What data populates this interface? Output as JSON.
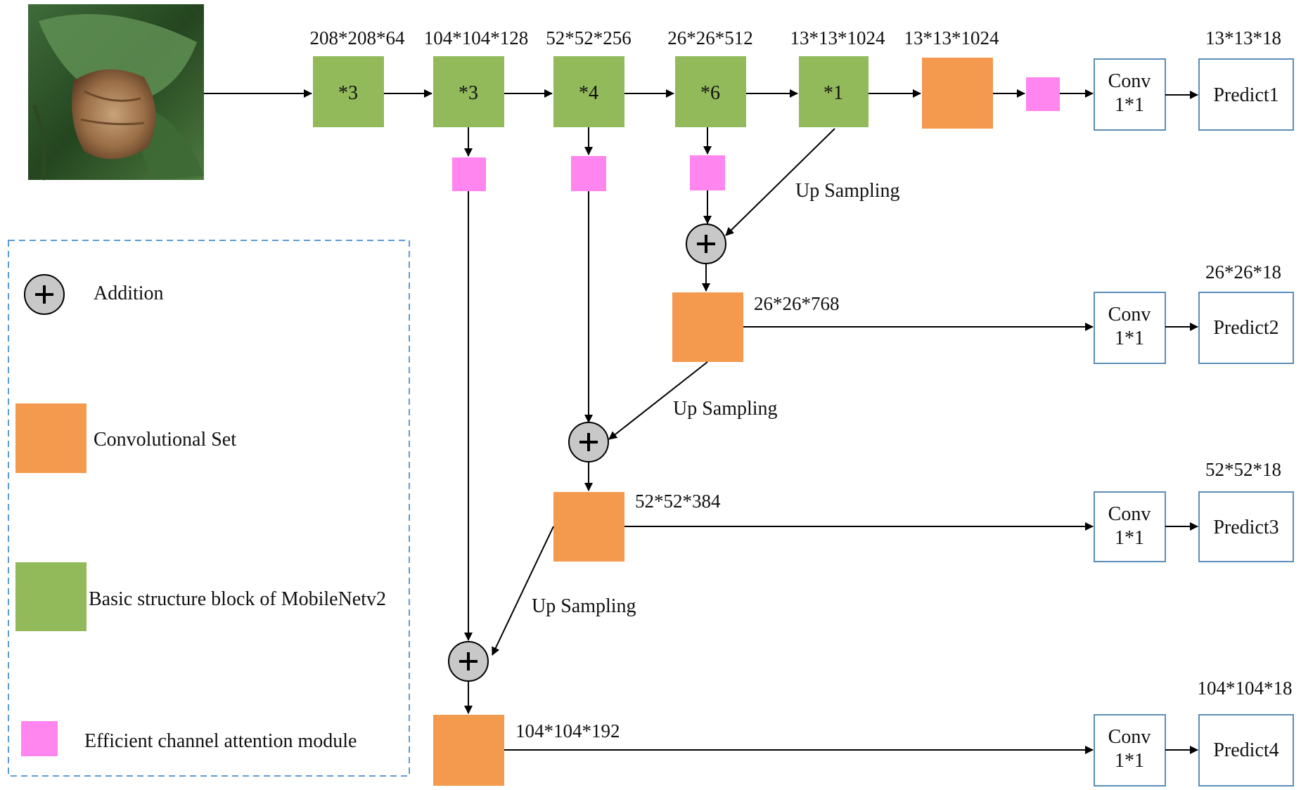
{
  "colors": {
    "green": "#92b95a",
    "orange": "#f49a4e",
    "pink": "#ff85ef",
    "adder_fill": "#c8c8c8",
    "legend_border": "#5b9bd5",
    "box_border": "#5b8db8"
  },
  "image": {
    "subject": "diseased leaf photo"
  },
  "backbone": {
    "dims": [
      "208*208*64",
      "104*104*128",
      "52*52*256",
      "26*26*512",
      "13*13*1024"
    ],
    "repeats": [
      "*3",
      "*3",
      "*4",
      "*6",
      "*1"
    ]
  },
  "top_conv_set_dim": "13*13*1024",
  "up_sampling_label": "Up Sampling",
  "fused_dims": [
    "26*26*768",
    "52*52*384",
    "104*104*192"
  ],
  "heads": [
    {
      "conv_line1": "Conv",
      "conv_line2": "1*1",
      "predict": "Predict1",
      "out_dim": "13*13*18"
    },
    {
      "conv_line1": "Conv",
      "conv_line2": "1*1",
      "predict": "Predict2",
      "out_dim": "26*26*18"
    },
    {
      "conv_line1": "Conv",
      "conv_line2": "1*1",
      "predict": "Predict3",
      "out_dim": "52*52*18"
    },
    {
      "conv_line1": "Conv",
      "conv_line2": "1*1",
      "predict": "Predict4",
      "out_dim": "104*104*18"
    }
  ],
  "legend": {
    "addition": "Addition",
    "conv_set": "Convolutional Set",
    "basic_block": "Basic structure block of MobileNetv2",
    "eca": "Efficient channel attention module"
  }
}
